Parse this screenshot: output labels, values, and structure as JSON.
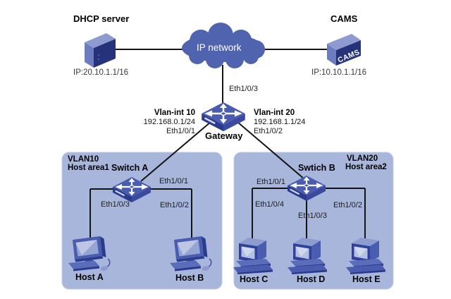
{
  "colors": {
    "line": "#141414",
    "cloud-blue": "#4f63ae",
    "area-fill": "#a9b6db",
    "area-border": "#bfc9e6",
    "device-blue": "#4a5cb0",
    "device-dark": "#2a3a8c",
    "device-mid": "#3a4a9e",
    "device-light": "#8d9bd0",
    "screen-light": "#96a4d4"
  },
  "wan": {
    "dhcp_server": {
      "label": "DHCP server",
      "ip": "IP:20.10.1.1/16"
    },
    "cams_server": {
      "label": "CAMS",
      "ip": "IP:10.10.1.1/16",
      "badge": "CAMS"
    },
    "cloud_label": "IP network"
  },
  "gateway": {
    "label": "Gateway",
    "uplink_port": "Eth1/0/3",
    "vlan10_if": {
      "name": "Vlan-int 10",
      "ip": "192.168.0.1/24",
      "port": "Eth1/0/1"
    },
    "vlan20_if": {
      "name": "Vlan-int 20",
      "ip": "192.168.1.1/24",
      "port": "Eth1/0/2"
    }
  },
  "vlan10": {
    "area_title": "VLAN10",
    "area_subtitle": "Host area1",
    "switch_label": "Switch A",
    "port_uplink": "Eth1/0/1",
    "port_left": "Eth1/0/3",
    "port_right": "Eth1/0/2",
    "hosts": [
      "Host A",
      "Host B"
    ]
  },
  "vlan20": {
    "area_title": "VLAN20",
    "area_subtitle": "Host area2",
    "switch_label": "Swtich B",
    "port_uplink": "Eth1/0/1",
    "port_left": "Eth1/0/4",
    "port_mid": "Eth1/0/3",
    "port_right": "Eth1/0/2",
    "hosts": [
      "Host C",
      "Host D",
      "Host E"
    ]
  }
}
